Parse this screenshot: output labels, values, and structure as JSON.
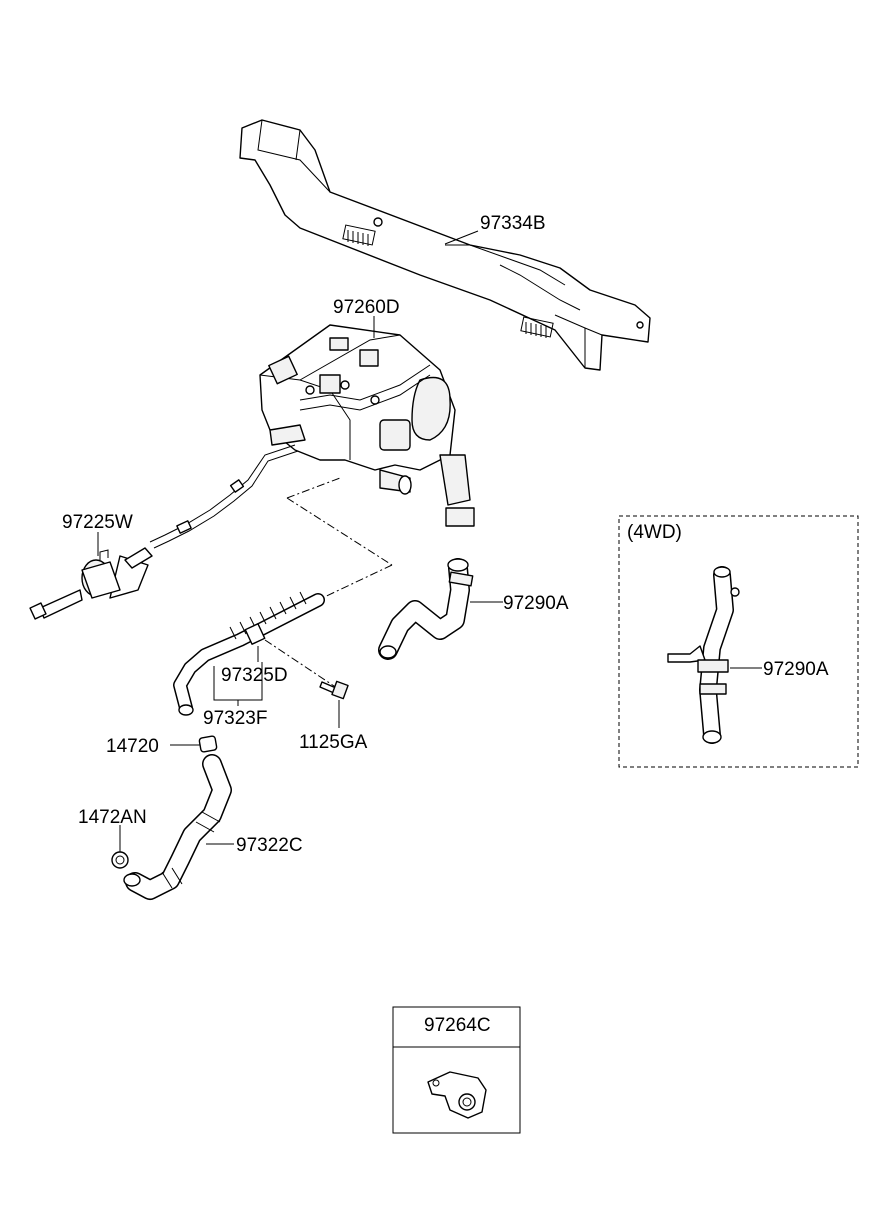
{
  "labels": {
    "p97334B": "97334B",
    "p97260D": "97260D",
    "p97225W": "97225W",
    "p97290A": "97290A",
    "p97290A_4wd": "97290A",
    "p97325D": "97325D",
    "p97323F": "97323F",
    "p1125GA": "1125GA",
    "p14720": "14720",
    "p1472AN": "1472AN",
    "p97322C": "97322C",
    "p97264C": "97264C"
  },
  "inset_4wd": {
    "title": "(4WD)"
  }
}
